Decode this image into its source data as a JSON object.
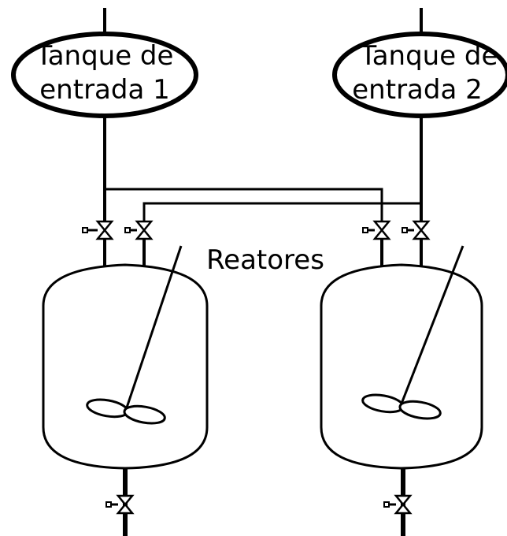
{
  "tanks": [
    {
      "line1": "Tanque de",
      "line2": "entrada 1"
    },
    {
      "line1": "Tanque de",
      "line2": "entrada 2"
    }
  ],
  "reactors_label": "Reatores",
  "colors": {
    "line": "#000000",
    "background": "#ffffff"
  },
  "icons": {
    "tank": "inlet-tank-ellipse-icon",
    "valve": "valve-icon",
    "reactor": "reactor-vessel-icon",
    "agitator": "agitator-icon"
  }
}
